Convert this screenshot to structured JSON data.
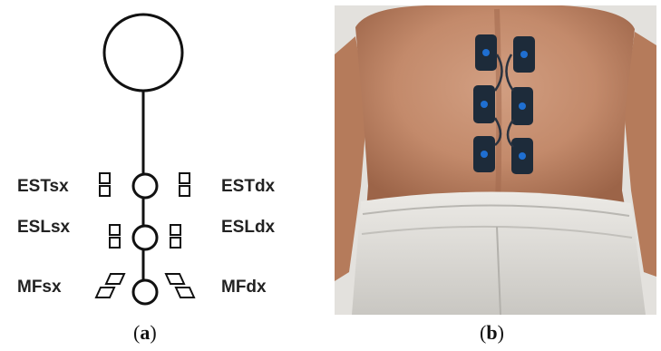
{
  "panel_a": {
    "labels": {
      "est_left": "ESTsx",
      "est_right": "ESTdx",
      "esl_left": "ESLsx",
      "esl_right": "ESLdx",
      "mf_left": "MFsx",
      "mf_right": "MFdx"
    },
    "caption_open": "(",
    "caption_letter": "a",
    "caption_close": ")"
  },
  "panel_b": {
    "caption_open": "(",
    "caption_letter": "b",
    "caption_close": ")"
  },
  "colors": {
    "stroke": "#111111",
    "sensor": "#1d2b3a",
    "sensor_led": "#1f6fd1",
    "skin": "#c48a6a",
    "shorts": "#dcdad6",
    "wall": "#e7e5e1"
  }
}
